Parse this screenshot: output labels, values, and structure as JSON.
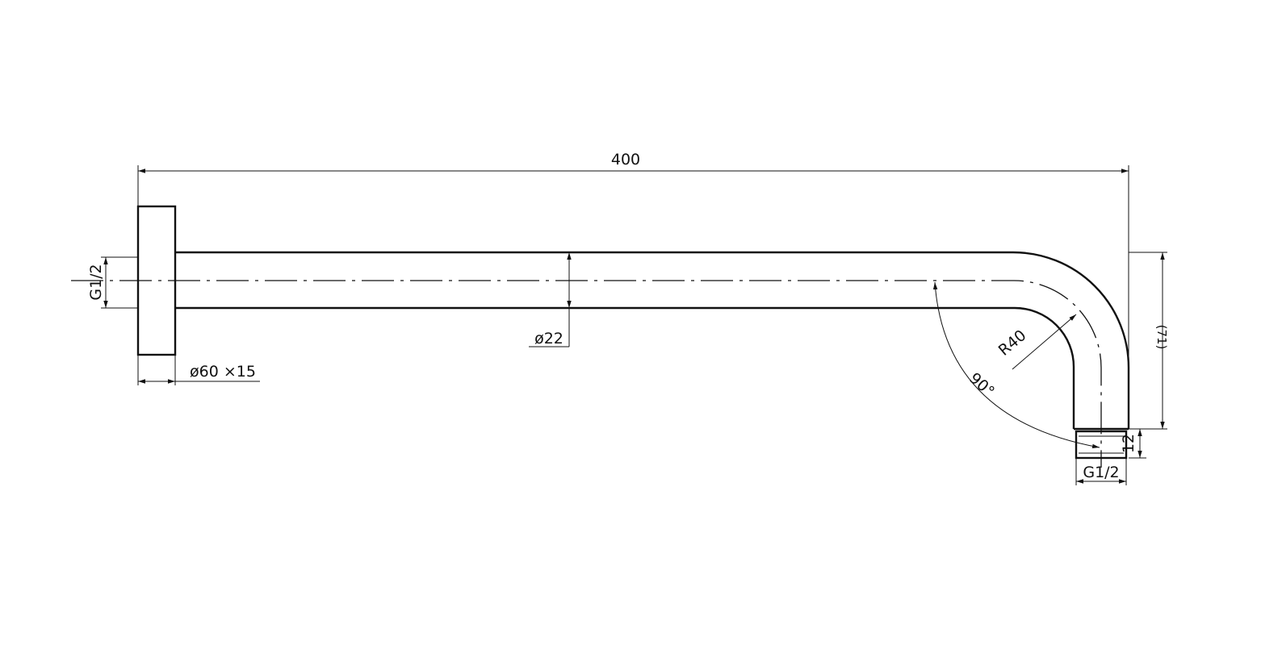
{
  "drawing": {
    "overall_length": "400",
    "tube_diameter": "ø22",
    "flange": "ø60 ×15",
    "inlet_thread": "G1/2",
    "outlet_thread": "G1/2",
    "bend_radius": "R40",
    "bend_angle": "90°",
    "drop_height": "(71)",
    "thread_length": "12"
  }
}
